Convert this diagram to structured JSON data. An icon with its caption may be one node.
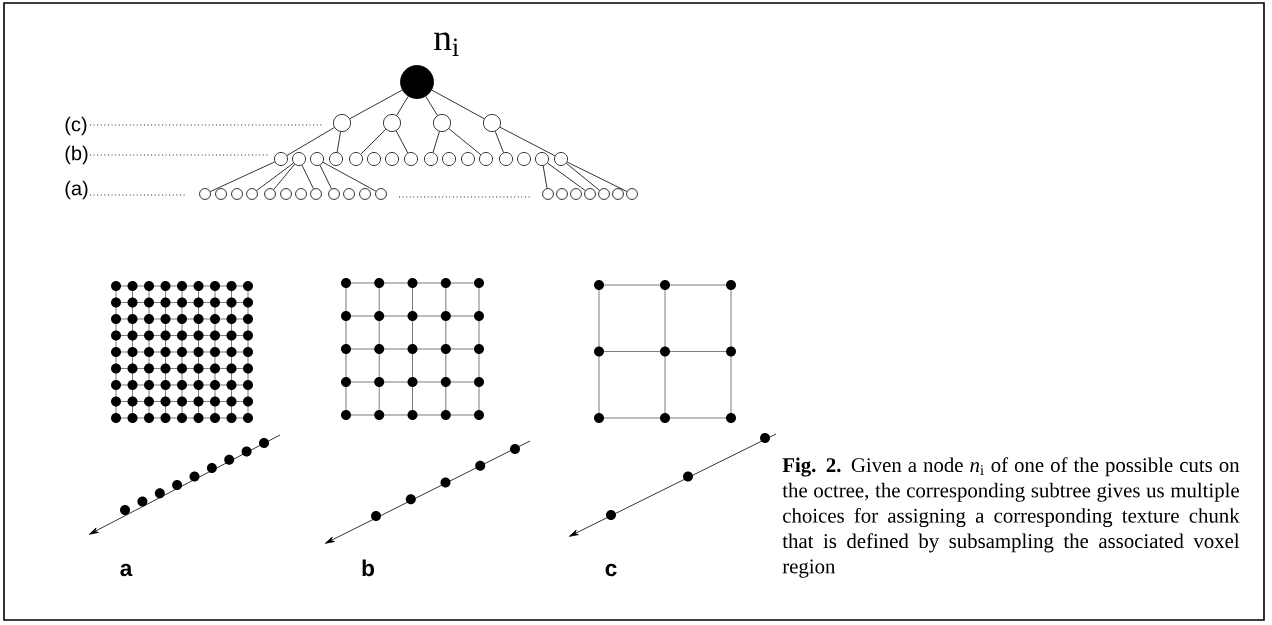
{
  "diagram": {
    "caption": "**Fig. 2.** Given a node *n*$_{i}$ of one of the possible cuts on the octree, the corresponding subtree gives us multiple choices for assigning a corresponding texture chunk that is defined by subsampling the associated voxel region",
    "nodes": [
      {
        "text": [],
        "shape": "circle",
        "beside": [
          "n$_{i}$"
        ]
      },
      {
        "text": [],
        "shape": "circle"
      },
      {
        "text": [],
        "shape": "circle"
      },
      {
        "text": [],
        "shape": "circle"
      },
      {
        "text": [],
        "shape": "circle"
      },
      {
        "text": [],
        "shape": "circle"
      },
      {
        "text": [],
        "shape": "circle"
      },
      {
        "text": [],
        "shape": "circle"
      },
      {
        "text": [],
        "shape": "circle"
      },
      {
        "text": [],
        "shape": "circle"
      },
      {
        "text": [],
        "shape": "circle"
      },
      {
        "text": [],
        "shape": "circle"
      },
      {
        "text": [],
        "shape": "circle"
      },
      {
        "text": [],
        "shape": "circle"
      },
      {
        "text": [],
        "shape": "circle"
      },
      {
        "text": [],
        "shape": "circle"
      },
      {
        "text": [],
        "shape": "circle"
      },
      {
        "text": [],
        "shape": "circle"
      },
      {
        "text": [],
        "shape": "circle"
      },
      {
        "text": [],
        "shape": "circle"
      },
      {
        "text": [],
        "shape": "circle"
      },
      {
        "text": [],
        "shape": "circle"
      },
      {
        "text": [],
        "shape": "circle"
      },
      {
        "text": [],
        "shape": "circle"
      },
      {
        "text": [],
        "shape": "circle"
      },
      {
        "text": [],
        "shape": "circle"
      },
      {
        "text": [],
        "shape": "circle"
      },
      {
        "text": [],
        "shape": "circle"
      },
      {
        "text": [],
        "shape": "circle"
      },
      {
        "text": [],
        "shape": "circle"
      },
      {
        "text": [],
        "shape": "circle"
      },
      {
        "text": [],
        "shape": "circle"
      },
      {
        "text": [],
        "shape": "circle"
      },
      {
        "text": [],
        "shape": "circle"
      },
      {
        "text": [],
        "shape": "circle"
      },
      {
        "text": [],
        "shape": "circle"
      },
      {
        "text": [],
        "shape": "circle"
      },
      {
        "text": [],
        "shape": "circle"
      },
      {
        "text": [],
        "shape": "circle"
      },
      {
        "text": [],
        "shape": "circle"
      }
    ],
    "edges": [
      {
        "from": 0,
        "to": 1,
        "arrow": "none"
      },
      {
        "from": 0,
        "to": 2,
        "arrow": "none"
      },
      {
        "from": 0,
        "to": 3,
        "arrow": "none"
      },
      {
        "from": 0,
        "to": 4,
        "arrow": "none"
      },
      {
        "from": 1,
        "to": 5,
        "arrow": "none"
      },
      {
        "from": 1,
        "to": 8,
        "arrow": "none"
      },
      {
        "from": 2,
        "to": 9,
        "arrow": "none"
      },
      {
        "from": 2,
        "to": 12,
        "arrow": "none"
      },
      {
        "from": 3,
        "to": 13,
        "arrow": "none"
      },
      {
        "from": 3,
        "to": 16,
        "arrow": "none"
      },
      {
        "from": 4,
        "to": 17,
        "arrow": "none"
      },
      {
        "from": 4,
        "to": 20,
        "arrow": "none"
      },
      {
        "from": 5,
        "to": 21,
        "arrow": "none"
      },
      {
        "from": 6,
        "to": 24,
        "arrow": "none"
      },
      {
        "from": 6,
        "to": 25,
        "arrow": "none"
      },
      {
        "from": 6,
        "to": 28,
        "arrow": "none"
      },
      {
        "from": 7,
        "to": 29,
        "arrow": "none"
      },
      {
        "from": 7,
        "to": 32,
        "arrow": "none"
      },
      {
        "from": 19,
        "to": 33,
        "arrow": "none"
      },
      {
        "from": 19,
        "to": 36,
        "arrow": "none"
      },
      {
        "from": 20,
        "to": 37,
        "arrow": "none"
      },
      {
        "from": 20,
        "to": 39,
        "arrow": "none"
      }
    ],
    "labels": [
      "(c)",
      "(b)",
      "(a)",
      "a",
      "b",
      "c"
    ]
  }
}
